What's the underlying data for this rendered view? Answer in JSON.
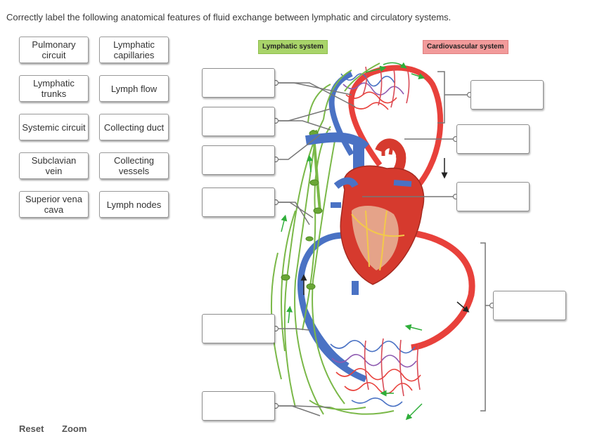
{
  "instruction": "Correctly label the following anatomical features of fluid exchange between lymphatic and circulatory systems.",
  "label_bank": [
    "Pulmonary\ncircuit",
    "Lymphatic\ncapillaries",
    "Lymphatic\ntrunks",
    "Lymph flow",
    "Systemic circuit",
    "Collecting duct",
    "Subclavian\nvein",
    "Collecting\nvessels",
    "Superior vena\ncava",
    "Lymph nodes"
  ],
  "diagram": {
    "lymphatic_tag": "Lymphatic system",
    "cardiovascular_tag": "Cardiovascular system",
    "colors": {
      "lymph_green": "#7ab848",
      "vein_blue": "#4a72c4",
      "artery_red": "#e8413b",
      "heart_red": "#d63a2e",
      "leader_gray": "#777777"
    }
  },
  "controls": {
    "reset": "Reset",
    "zoom": "Zoom"
  }
}
